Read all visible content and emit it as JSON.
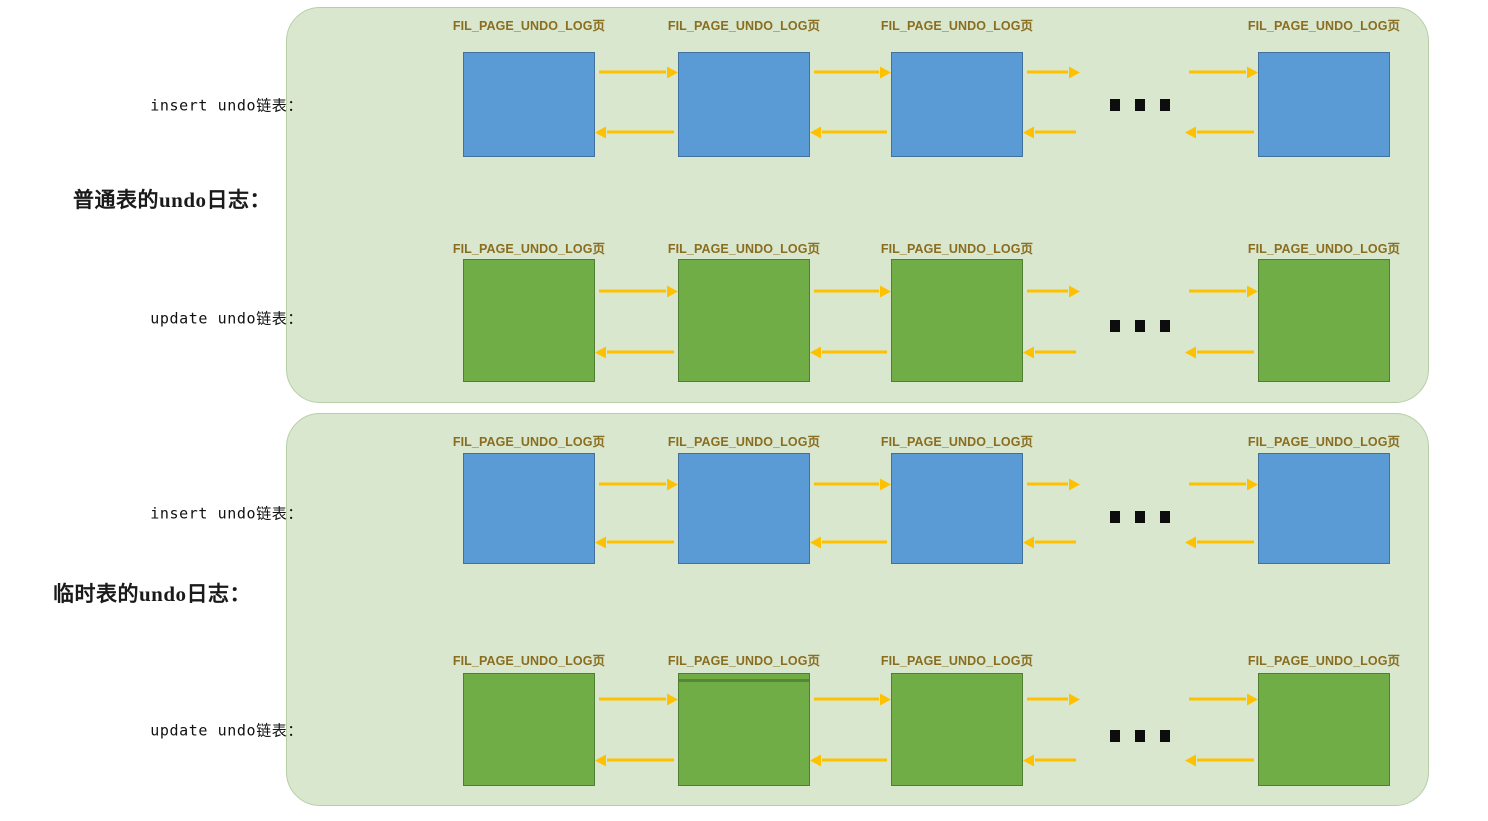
{
  "diagram": {
    "title": "InnoDB undo log page linked lists",
    "colors": {
      "panel_background": "#d9e7ce",
      "panel_border": "#b7cfa6",
      "insert_box": "#5b9bd5",
      "insert_box_border": "#41719c",
      "update_box": "#70ad47",
      "update_box_border": "#507e32",
      "arrow": "#ffc000",
      "caption_text": "#8a6d1f",
      "ellipsis_dot": "#0d0d0d",
      "label_text": "#111111"
    },
    "page_caption": "FIL_PAGE_UNDO_LOG页",
    "ellipsis_symbol": "...",
    "groups": [
      {
        "id": "normal-table",
        "label": "普通表的undo日志：",
        "rows": [
          {
            "id": "insert-undo-chain-normal",
            "label": "insert undo链表：",
            "box_kind": "insert",
            "box_count": 4,
            "captions": [
              "FIL_PAGE_UNDO_LOG页",
              "FIL_PAGE_UNDO_LOG页",
              "FIL_PAGE_UNDO_LOG页",
              "FIL_PAGE_UNDO_LOG页"
            ],
            "has_ellipsis": true
          },
          {
            "id": "update-undo-chain-normal",
            "label": "update undo链表：",
            "box_kind": "update",
            "box_count": 4,
            "captions": [
              "FIL_PAGE_UNDO_LOG页",
              "FIL_PAGE_UNDO_LOG页",
              "FIL_PAGE_UNDO_LOG页",
              "FIL_PAGE_UNDO_LOG页"
            ],
            "has_ellipsis": true
          }
        ]
      },
      {
        "id": "temp-table",
        "label": "临时表的undo日志：",
        "rows": [
          {
            "id": "insert-undo-chain-temp",
            "label": "insert undo链表：",
            "box_kind": "insert",
            "box_count": 4,
            "captions": [
              "FIL_PAGE_UNDO_LOG页",
              "FIL_PAGE_UNDO_LOG页",
              "FIL_PAGE_UNDO_LOG页",
              "FIL_PAGE_UNDO_LOG页"
            ],
            "has_ellipsis": true
          },
          {
            "id": "update-undo-chain-temp",
            "label": "update undo链表：",
            "box_kind": "update",
            "box_count": 4,
            "captions": [
              "FIL_PAGE_UNDO_LOG页",
              "FIL_PAGE_UNDO_LOG页",
              "FIL_PAGE_UNDO_LOG页",
              "FIL_PAGE_UNDO_LOG页"
            ],
            "has_ellipsis": true
          }
        ]
      }
    ]
  }
}
